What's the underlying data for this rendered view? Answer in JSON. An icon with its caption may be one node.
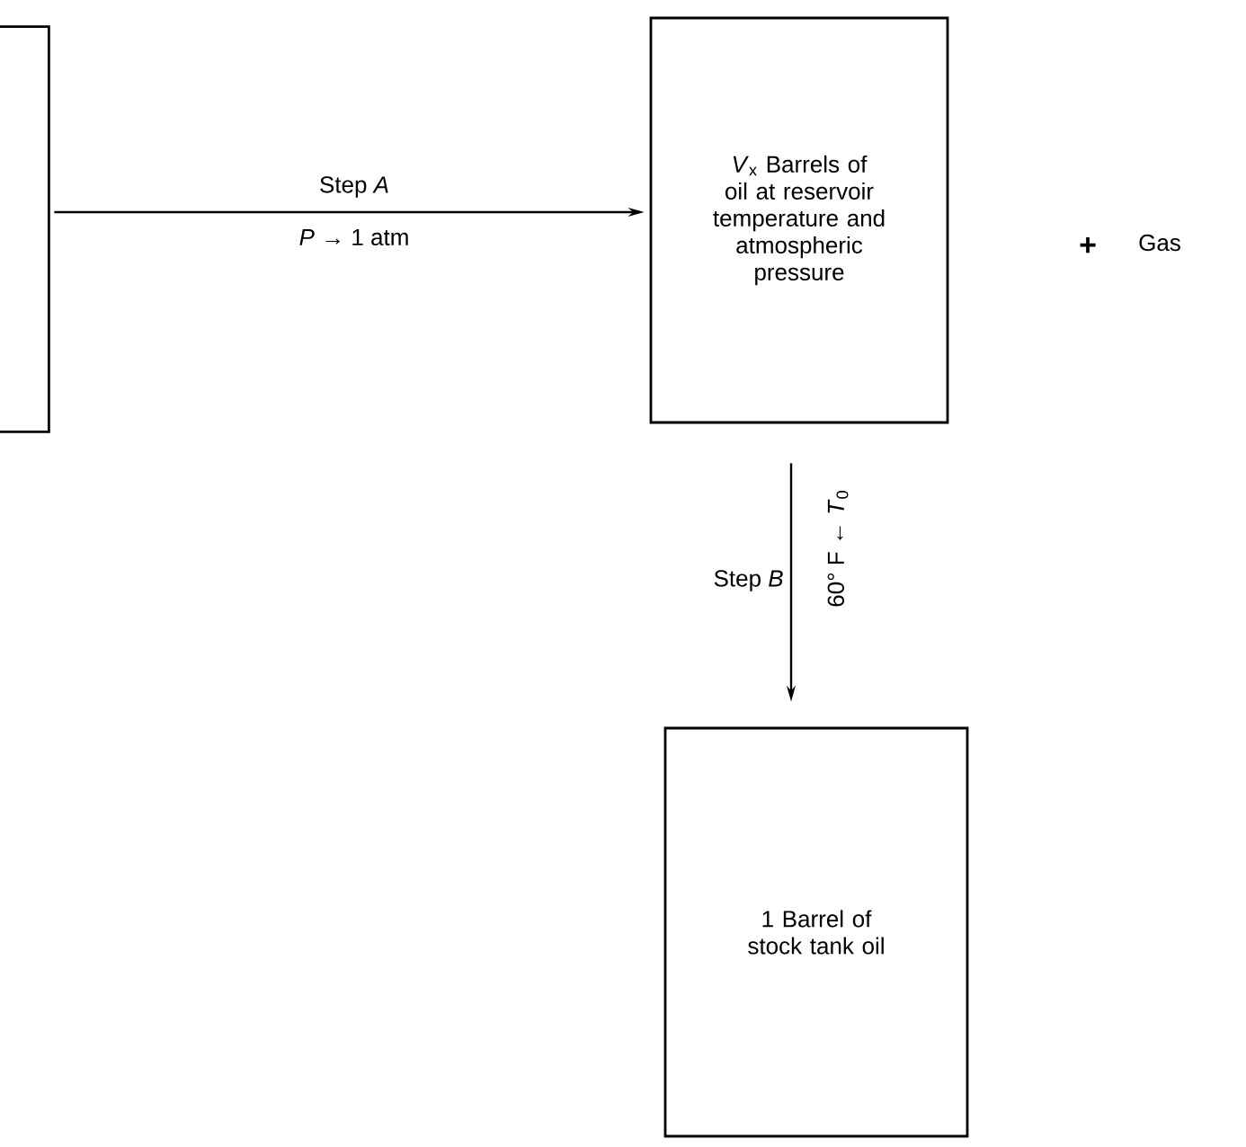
{
  "diagram": {
    "nodes": [
      {
        "text": [],
        "shape": "box"
      },
      {
        "text": [
          "*V*$_{x}$ Barrels of oil at reservoir temperature and atmospheric pressure"
        ]
      },
      {
        "text": [
          "1 Barrel of stock tank oil"
        ]
      }
    ],
    "edges": [
      {
        "from": 0,
        "to": 1,
        "arrow": "to",
        "label": "Step *A*"
      },
      {
        "from": 1,
        "to": 2,
        "arrow": "to",
        "label": "Step *B*"
      }
    ],
    "labels": [
      "*P* → 1 atm",
      "60° F ← *T*$_{0}$",
      "+",
      "Gas"
    ]
  }
}
